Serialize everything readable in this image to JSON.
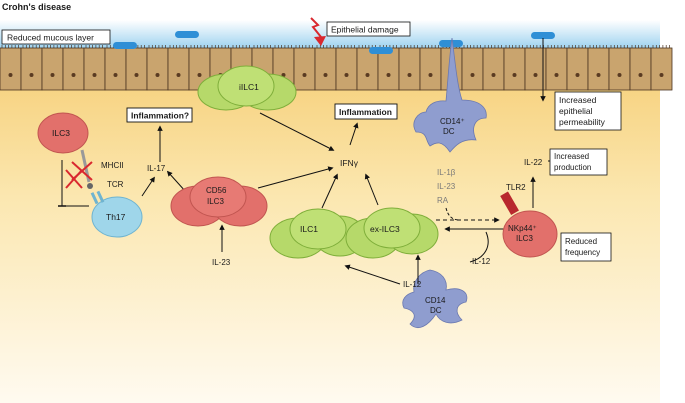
{
  "title": "Crohn's disease",
  "labels": {
    "reduced_mucous_layer": "Reduced mucous layer",
    "epithelial_damage": "Epithelial damage",
    "increased_permeability": [
      "Increased",
      "epithelial",
      "permeability"
    ],
    "inflammation_q": "Inflammation?",
    "inflammation": "Inflammation",
    "increased_production": [
      "Increased",
      "production"
    ],
    "reduced_frequency": [
      "Reduced",
      "frequency"
    ]
  },
  "cells": {
    "ilc3": "ILC3",
    "th17": "Th17",
    "cd56_ilc3": [
      "CD56",
      "ILC3"
    ],
    "iilc1": "iILC1",
    "ilc1": "ILC1",
    "ex_ilc3": "ex-ILC3",
    "cd14_dc_top": [
      "CD14⁺",
      "DC"
    ],
    "cd14_dc_bottom": [
      "CD14",
      "DC"
    ],
    "nkp44_ilc3": [
      "NKp44⁺",
      "ILC3"
    ]
  },
  "molecules": {
    "mhcii": "MHCII",
    "tcr": "TCR",
    "il17": "IL-17",
    "il23_left": "IL-23",
    "ifng": "IFNγ",
    "il1b": "IL-1β",
    "il23_right": "IL-23",
    "ra": "RA",
    "il22": "IL-22",
    "tlr2": "TLR2",
    "il12_right": "IL-12",
    "il12_bottom": "IL-12"
  },
  "colors": {
    "ilc3_red": "#e2706b",
    "th17_blue": "#9fd6ea",
    "ilc1_green": "#b6d96a",
    "dc_purple": "#8f9dcf",
    "tlr2_red": "#b8282e",
    "damage_red": "#d9282f",
    "mucus_blue": "#2f8fd6",
    "epithelium_tan": "#c9a46e"
  }
}
